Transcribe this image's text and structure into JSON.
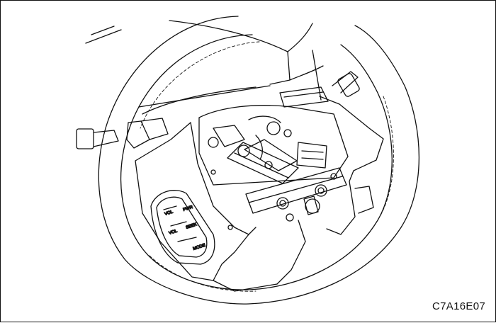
{
  "figure": {
    "code": "C7A16E07",
    "button_labels": [
      "VOL",
      "PWR",
      "VOL",
      "SEEK",
      "MODE"
    ]
  },
  "colors": {
    "line": "#111111",
    "paper": "#ffffff"
  }
}
